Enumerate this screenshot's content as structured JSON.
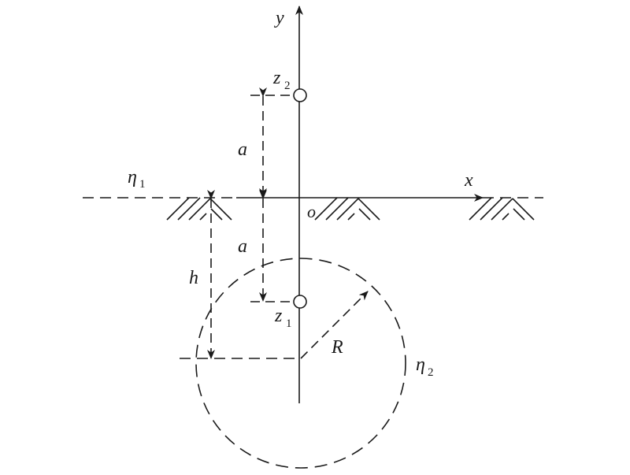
{
  "labels": {
    "y_axis": "y",
    "x_axis": "x",
    "origin": "o",
    "eta1_base": "η",
    "eta1_sub": "1",
    "eta2_base": "η",
    "eta2_sub": "2",
    "z1_base": "z",
    "z1_sub": "1",
    "z2_base": "z",
    "z2_sub": "2",
    "a_upper": "a",
    "a_lower": "a",
    "h": "h",
    "R": "R"
  },
  "colors": {
    "stroke": "#1a1a1a",
    "background": "#ffffff"
  }
}
